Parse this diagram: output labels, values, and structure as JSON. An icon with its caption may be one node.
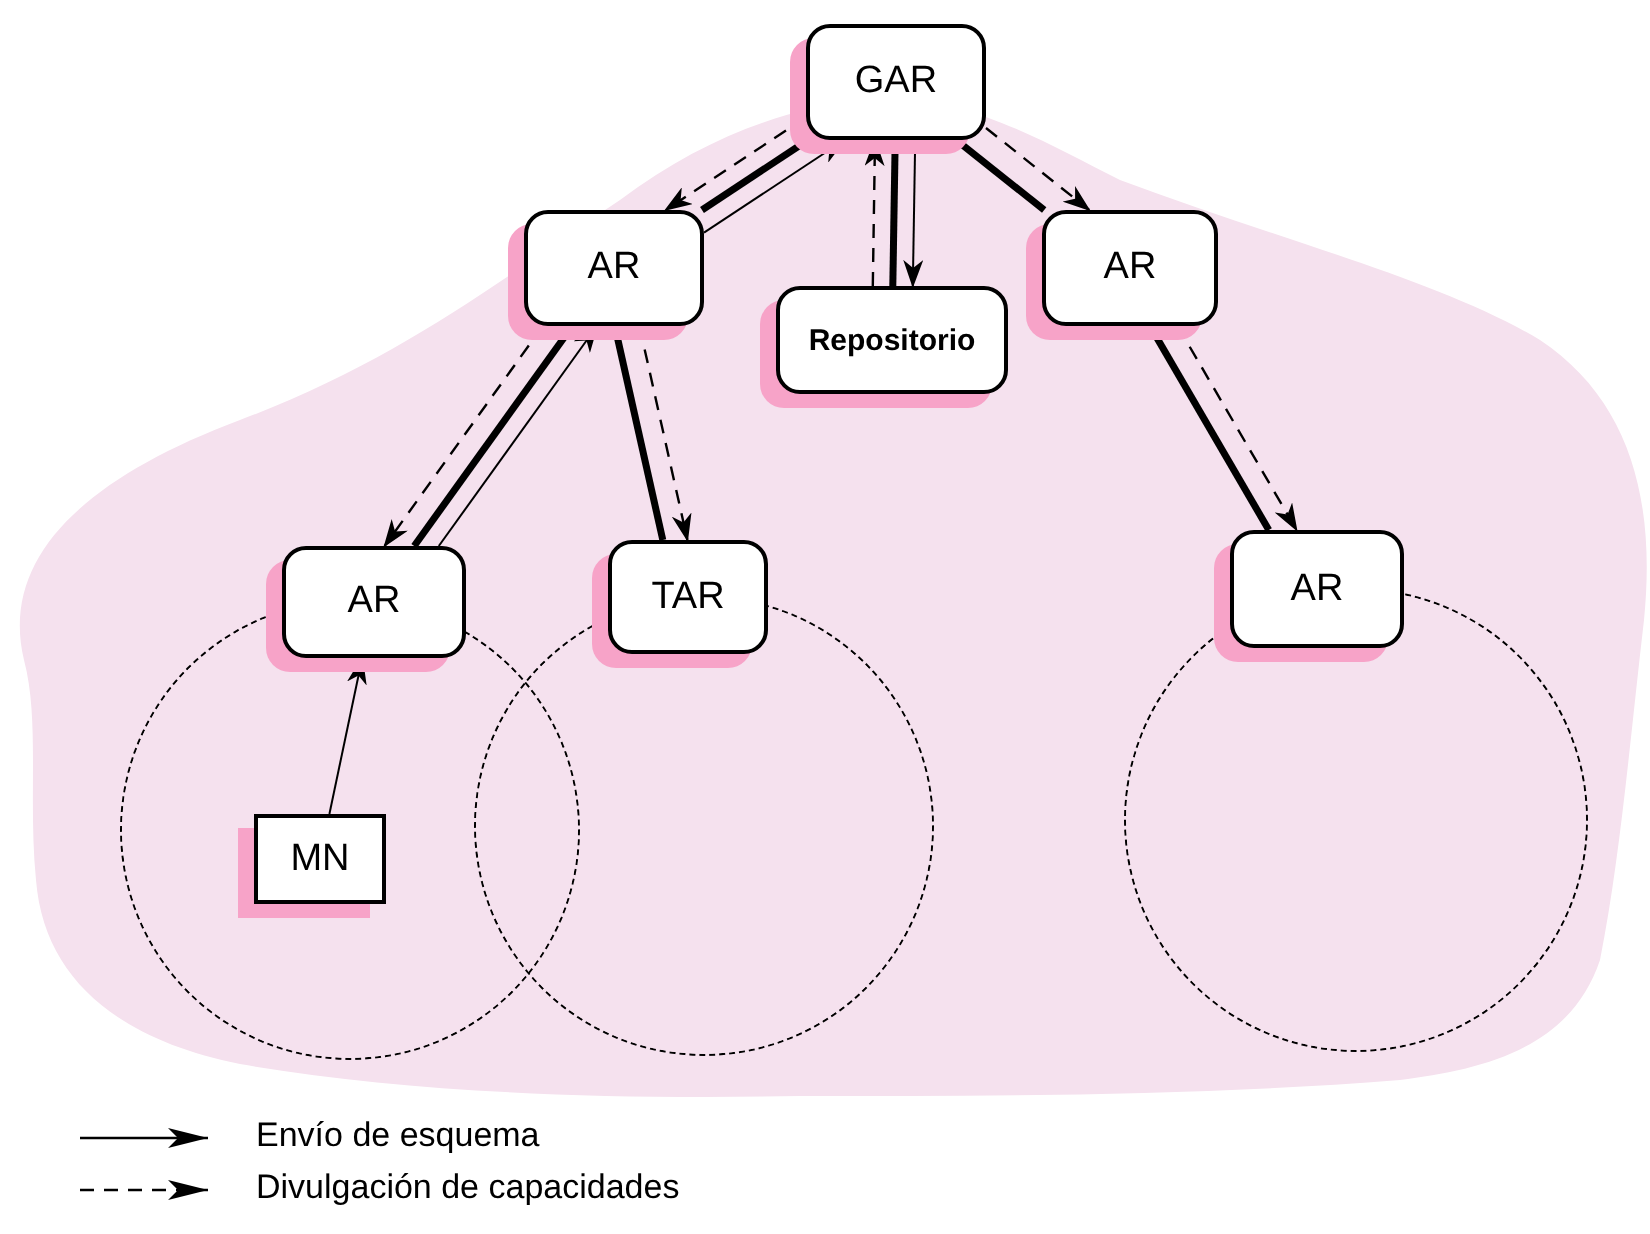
{
  "diagram": {
    "nodes": [
      {
        "text": [
          "GAR"
        ]
      },
      {
        "text": [
          "AR"
        ]
      },
      {
        "text": [
          "Repositorio"
        ]
      },
      {
        "text": [
          "AR"
        ]
      },
      {
        "text": [
          "AR"
        ]
      },
      {
        "text": [
          "TAR"
        ]
      },
      {
        "text": [
          "AR"
        ]
      },
      {
        "text": [],
        "shape": "circle"
      },
      {
        "text": [
          "MN"
        ],
        "in": 7
      },
      {
        "text": [],
        "shape": "circle"
      },
      {
        "text": [],
        "shape": "circle"
      }
    ],
    "edges": [
      {
        "from": 0,
        "to": 1,
        "arrow": "to",
        "style": "dashed"
      },
      {
        "from": 0,
        "to": 1,
        "arrow": "none",
        "style": "thick"
      },
      {
        "from": 1,
        "to": 0,
        "arrow": "to"
      },
      {
        "from": 2,
        "to": 0,
        "arrow": "to",
        "style": "dashed"
      },
      {
        "from": 0,
        "to": 2,
        "arrow": "none",
        "style": "thick"
      },
      {
        "from": 0,
        "to": 2,
        "arrow": "to"
      },
      {
        "from": 0,
        "to": 3,
        "arrow": "to",
        "style": "dashed"
      },
      {
        "from": 0,
        "to": 3,
        "arrow": "none",
        "style": "thick"
      },
      {
        "from": 1,
        "to": 4,
        "arrow": "to",
        "style": "dashed"
      },
      {
        "from": 1,
        "to": 4,
        "arrow": "none",
        "style": "thick"
      },
      {
        "from": 4,
        "to": 1,
        "arrow": "to"
      },
      {
        "from": 1,
        "to": 5,
        "arrow": "none",
        "style": "thick"
      },
      {
        "from": 1,
        "to": 5,
        "arrow": "to",
        "style": "dashed"
      },
      {
        "from": 3,
        "to": 6,
        "arrow": "none",
        "style": "thick"
      },
      {
        "from": 3,
        "to": 6,
        "arrow": "to",
        "style": "dashed"
      },
      {
        "from": 8,
        "to": 4,
        "arrow": "to"
      }
    ],
    "legend": [
      {
        "text": "Envío de esquema"
      },
      {
        "text": "Divulgación de capacidades"
      }
    ]
  }
}
